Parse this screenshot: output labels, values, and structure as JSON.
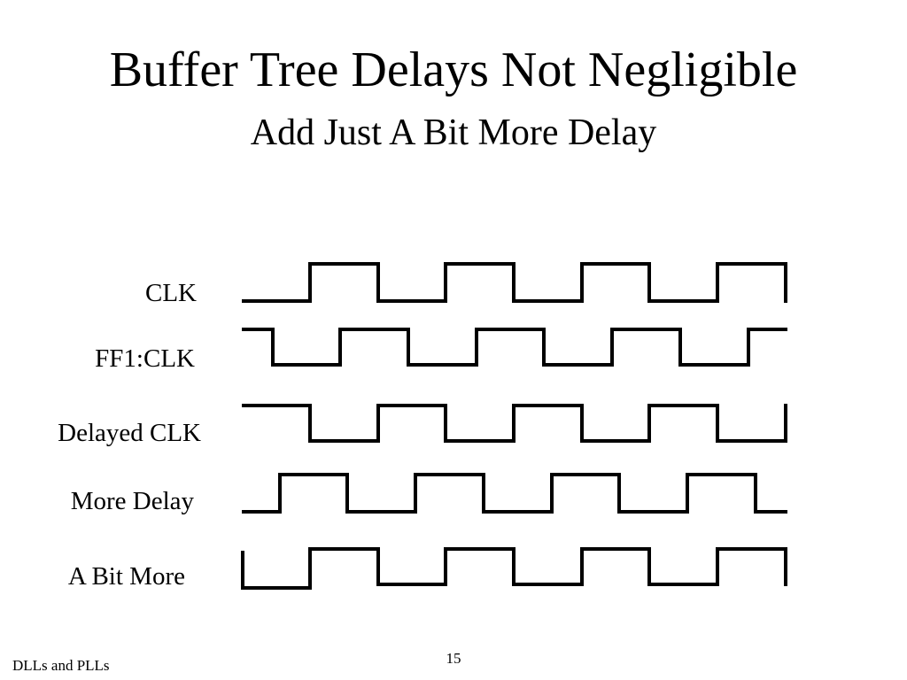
{
  "slide": {
    "title": "Buffer Tree Delays Not Negligible",
    "subtitle": "Add Just A Bit More Delay",
    "footer": "DLLs and PLLs",
    "page_number": "15"
  },
  "signals": [
    {
      "label": "CLK"
    },
    {
      "label": "FF1:CLK"
    },
    {
      "label": "Delayed CLK"
    },
    {
      "label": "More Delay"
    },
    {
      "label": "A Bit More"
    }
  ]
}
